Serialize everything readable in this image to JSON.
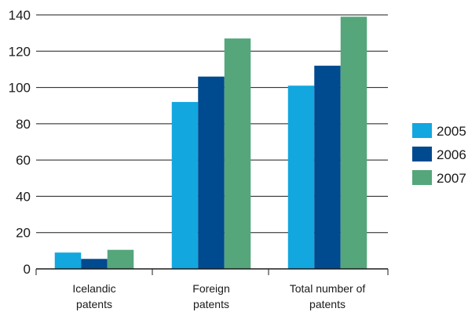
{
  "chart_data": {
    "type": "bar",
    "categories": [
      [
        "Icelandic",
        "patents"
      ],
      [
        "Foreign",
        "patents"
      ],
      [
        "Total number of",
        "patents"
      ]
    ],
    "series": [
      {
        "name": "2005",
        "color": "#12a7df",
        "values": [
          9,
          92,
          101
        ]
      },
      {
        "name": "2006",
        "color": "#004a8f",
        "values": [
          5.5,
          106,
          112
        ]
      },
      {
        "name": "2007",
        "color": "#55a67b",
        "values": [
          10.5,
          127,
          139
        ]
      }
    ],
    "ylim": [
      0,
      140
    ],
    "yticks": [
      0,
      20,
      40,
      60,
      80,
      100,
      120,
      140
    ],
    "grid": true,
    "legend": "right"
  }
}
